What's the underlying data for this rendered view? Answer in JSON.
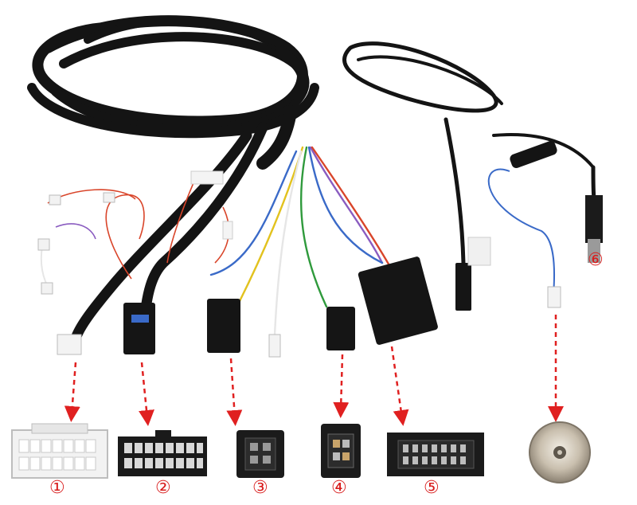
{
  "labels": {
    "n1": "①",
    "n2": "②",
    "n3": "③",
    "n4": "④",
    "n5": "⑤",
    "n6": "⑥"
  },
  "colors": {
    "harness": "#111111",
    "arrow": "#e02020",
    "number": "#d81c1c",
    "wire_red": "#d9452a",
    "wire_yellow": "#e2c21e",
    "wire_green": "#2f9a3c",
    "wire_blue": "#3a6ac8",
    "wire_purple": "#8a5cc0",
    "wire_white": "#e6e6e6"
  }
}
